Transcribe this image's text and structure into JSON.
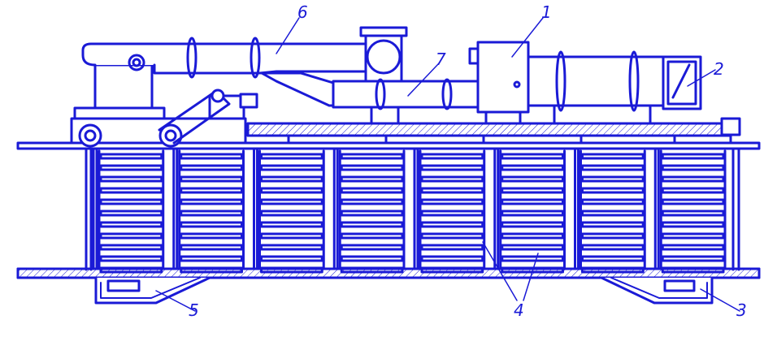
{
  "colors": {
    "line": "#1a1ad6",
    "background": "#ffffff"
  },
  "labels": {
    "l1": "1",
    "l2": "2",
    "l3": "3",
    "l4": "4",
    "l5": "5",
    "l6": "6",
    "l7": "7"
  },
  "diagram": {
    "panel_count": 8,
    "slats_per_panel": 11
  }
}
